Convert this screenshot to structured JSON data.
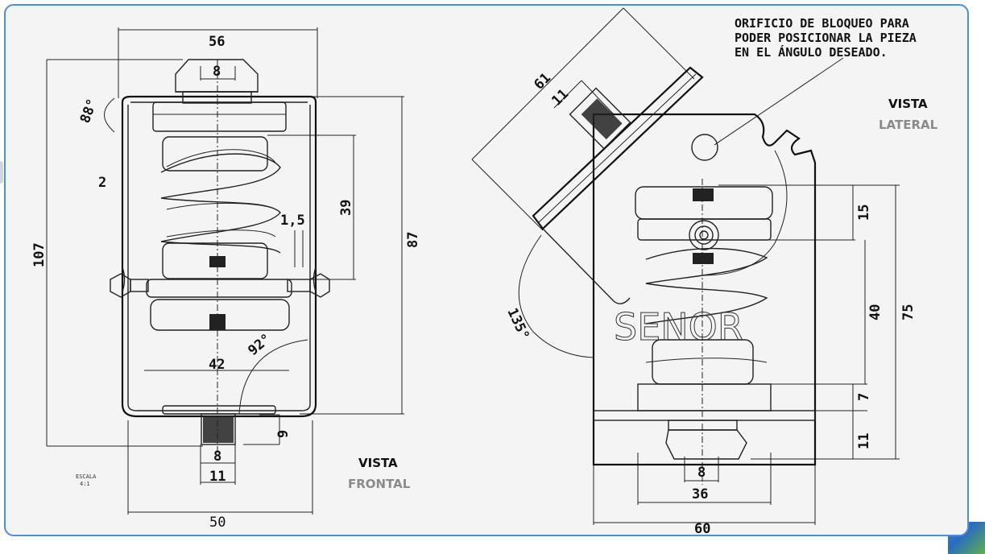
{
  "note": {
    "line1": "ORIFICIO DE BLOQUEO PARA",
    "line2": "PODER POSICIONAR LA PIEZA",
    "line3": "EN EL ÁNGULO DESEADO."
  },
  "views": {
    "frontal": {
      "word1": "VISTA",
      "word2": "FRONTAL"
    },
    "lateral": {
      "word1": "VISTA",
      "word2": "LATERAL"
    }
  },
  "scale": {
    "label": "ESCALA",
    "value": "4:1"
  },
  "brand": "SENOR",
  "dimensions_front": {
    "top_width": "56",
    "cap": "8",
    "angle_88": "88°",
    "thickness": "2",
    "spring": "39",
    "gap": "1,5",
    "height": "107",
    "body": "87",
    "inner_width": "42",
    "angle_92": "92°",
    "stud": "9",
    "stud_inner": "8",
    "stud_outer": "11",
    "base_width": "50"
  },
  "dimensions_side": {
    "diag": "61",
    "diag_stud": "11",
    "angle_135": "135°",
    "d15": "15",
    "d40": "40",
    "d75": "75",
    "d7": "7",
    "d11": "11",
    "cap": "8",
    "d36": "36",
    "d60": "60"
  },
  "colors": {
    "border": "#4a8fe0",
    "background": "#f4f4f4",
    "vista_gray": "#8a8a8a"
  }
}
